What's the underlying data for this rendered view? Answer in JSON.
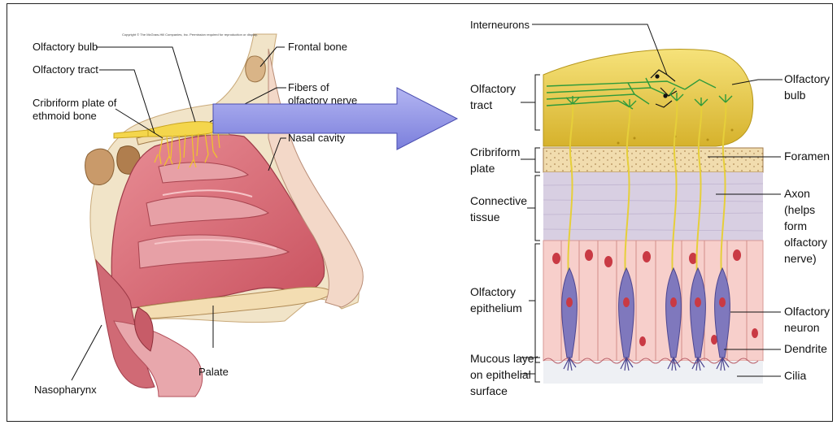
{
  "copyright": "Copyright © The McGraw-Hill Companies, Inc. Permission required for reproduction or display.",
  "left_panel": {
    "labels": {
      "olfactory_bulb": "Olfactory bulb",
      "olfactory_tract": "Olfactory tract",
      "cribriform_1": "Cribriform plate of",
      "cribriform_2": "ethmoid bone",
      "frontal_bone": "Frontal bone",
      "fibers_1": "Fibers of",
      "fibers_2": "olfactory nerve",
      "nasal_cavity": "Nasal cavity",
      "palate": "Palate",
      "nasopharynx": "Nasopharynx"
    }
  },
  "right_panel": {
    "labels": {
      "interneurons": "Interneurons",
      "olfactory_tract_1": "Olfactory",
      "olfactory_tract_2": "tract",
      "cribriform_1": "Cribriform",
      "cribriform_2": "plate",
      "connective_1": "Connective",
      "connective_2": "tissue",
      "epithelium_1": "Olfactory",
      "epithelium_2": "epithelium",
      "mucous_1": "Mucous layer",
      "mucous_2": "on epithelial",
      "mucous_3": "surface",
      "bulb_1": "Olfactory",
      "bulb_2": "bulb",
      "foramen": "Foramen",
      "axon_1": "Axon",
      "axon_2": "(helps",
      "axon_3": "form",
      "axon_4": "olfactory",
      "axon_5": "nerve)",
      "neuron_1": "Olfactory",
      "neuron_2": "neuron",
      "dendrite": "Dendrite",
      "cilia": "Cilia"
    }
  },
  "colors": {
    "mucosa": "#d9737c",
    "mucosa_dark": "#b84b58",
    "bone": "#f3e2bd",
    "bulb": "#f0d24a",
    "connective": "#d6cde0",
    "epithelium": "#f6c7c3",
    "neuron": "#7a73b8",
    "arrow": "#8c8fe3"
  }
}
